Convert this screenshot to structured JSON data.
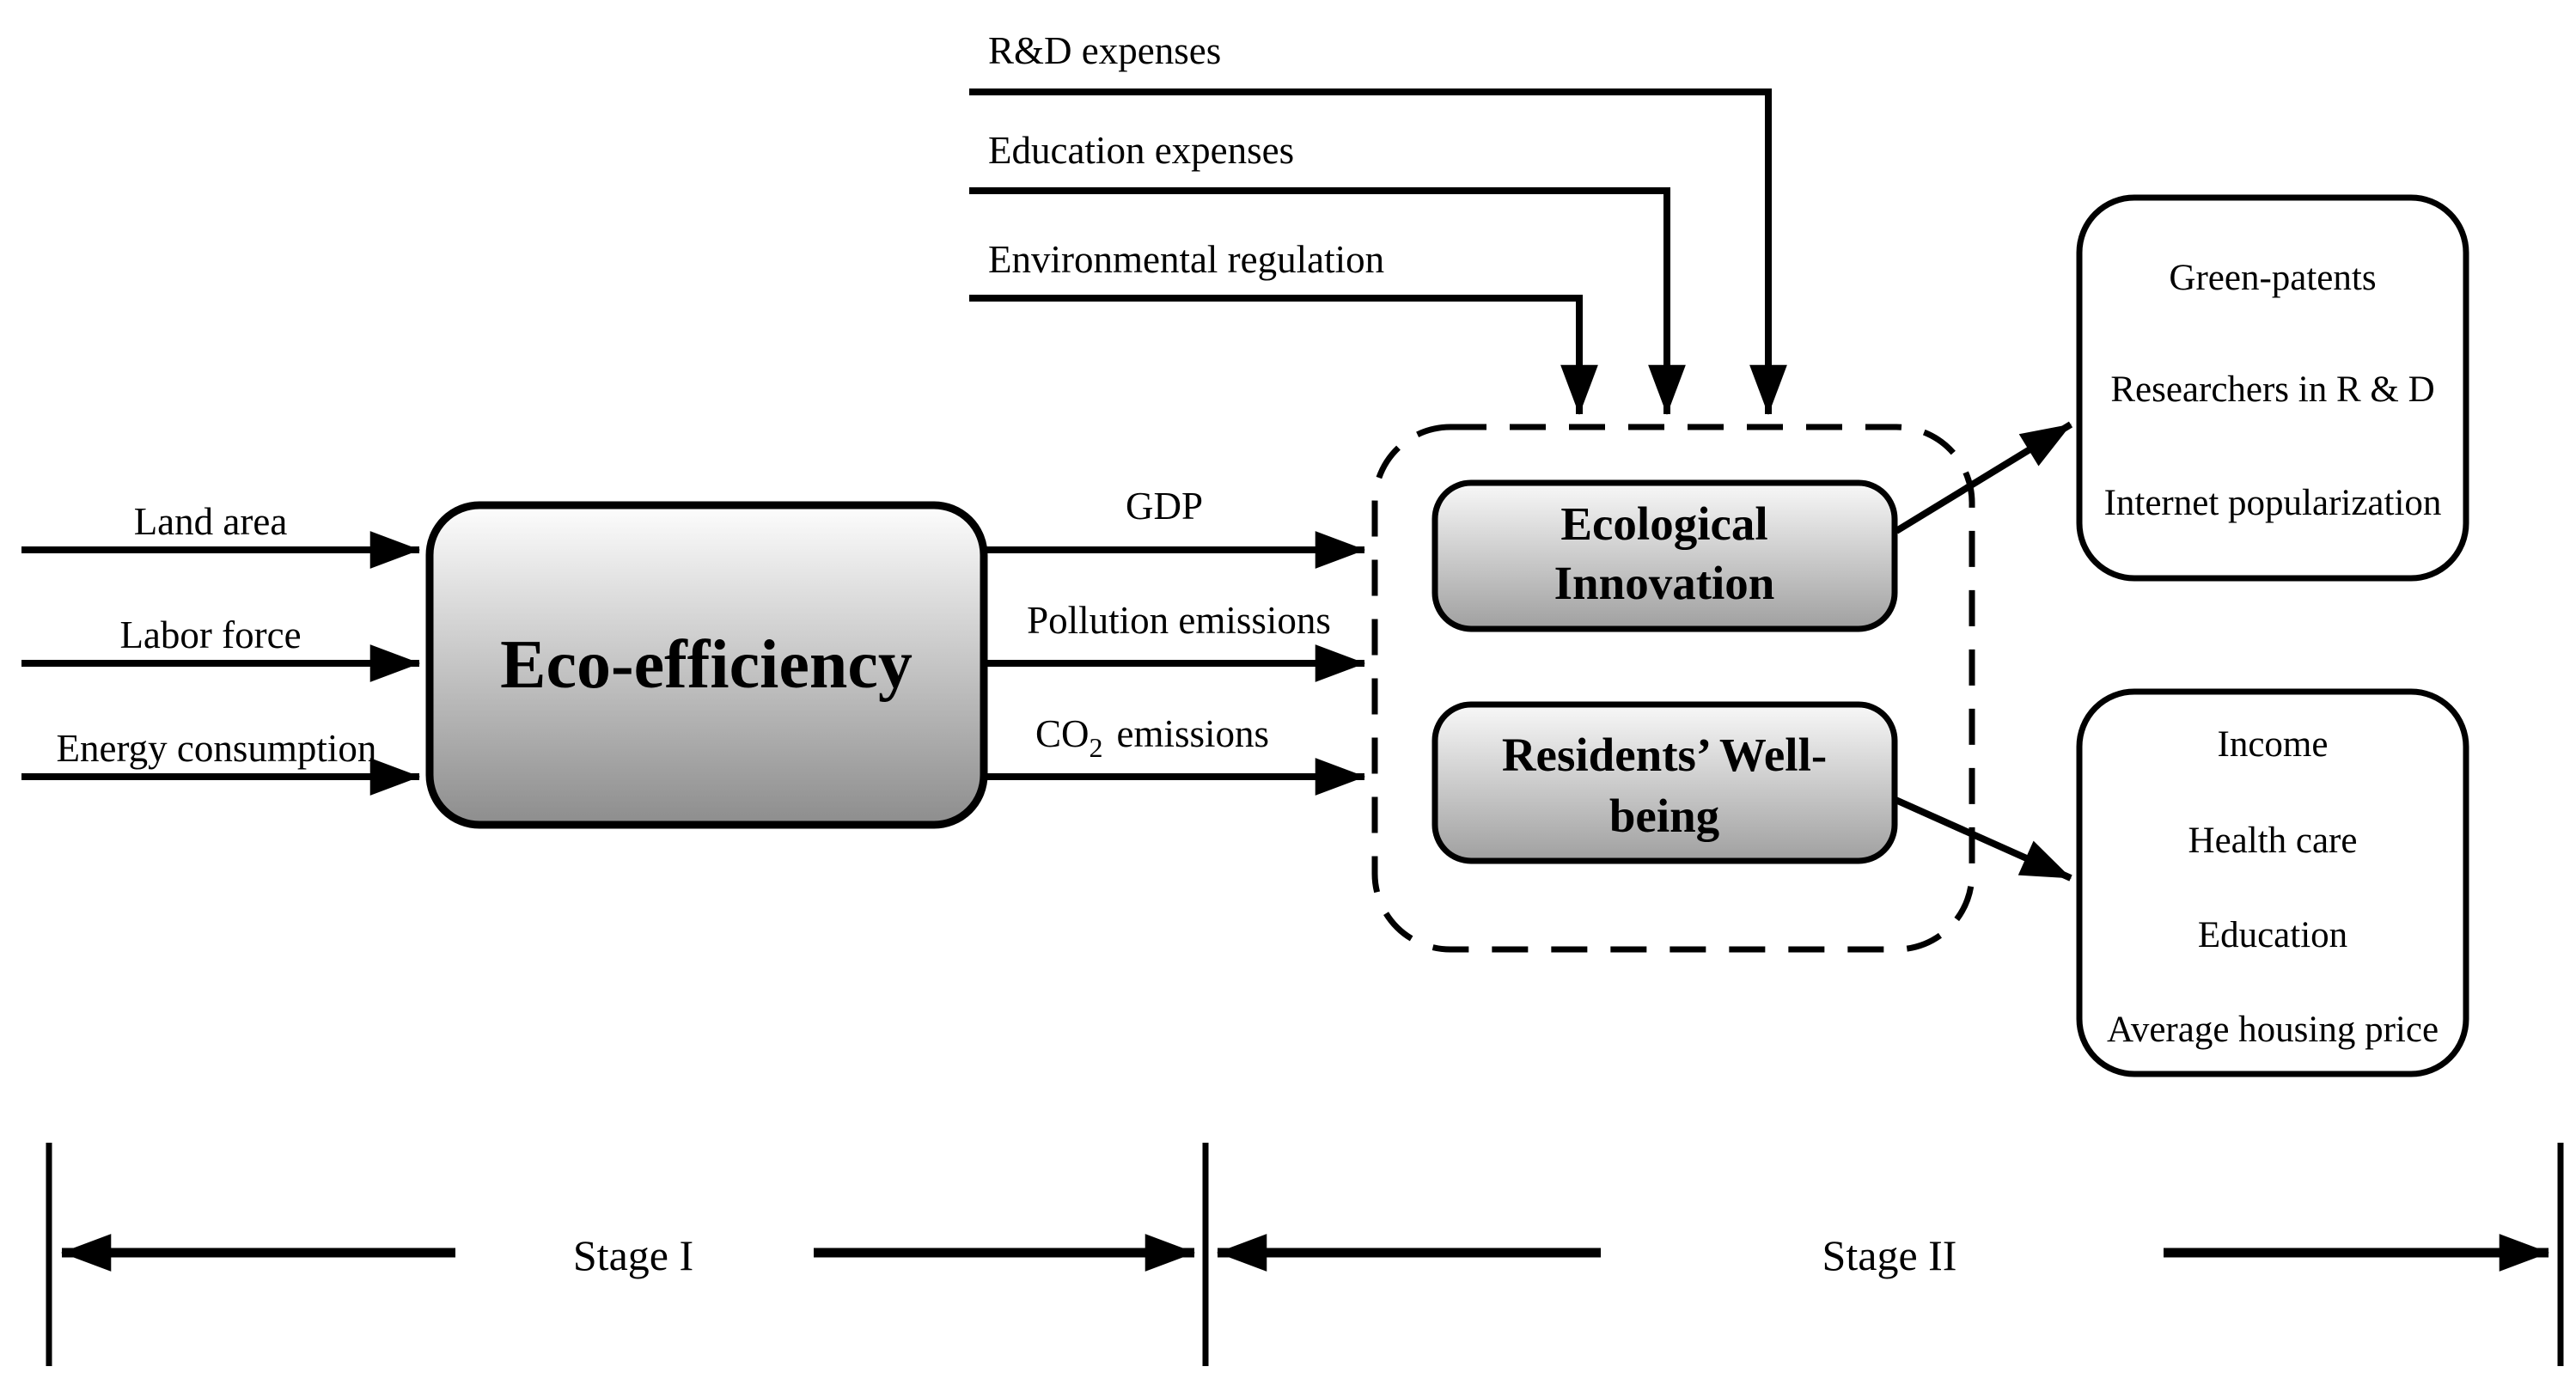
{
  "diagram": {
    "stage1": {
      "inputs": [
        {
          "label": "Land area"
        },
        {
          "label": "Labor force"
        },
        {
          "label": "Energy consumption"
        }
      ],
      "process_box": {
        "label": "Eco-efficiency"
      }
    },
    "outputs": [
      {
        "label": "GDP"
      },
      {
        "label": "Pollution emissions"
      },
      {
        "prefix": "CO",
        "subscript": "2",
        "suffix": "emissions"
      }
    ],
    "external_inputs": [
      {
        "label": "R&D expenses"
      },
      {
        "label": "Education expenses"
      },
      {
        "label": "Environmental regulation"
      }
    ],
    "stage2": {
      "boxes": [
        {
          "line1": "Ecological",
          "line2": "Innovation"
        },
        {
          "line1": "Residents’ Well-",
          "line2": "being"
        }
      ]
    },
    "outcomes": {
      "innovation_box": {
        "items": [
          "Green-patents",
          "Researchers in R & D",
          "Internet popularization"
        ]
      },
      "wellbeing_box": {
        "items": [
          "Income",
          "Health care",
          "Education",
          "Average housing price"
        ]
      }
    },
    "stage_labels": [
      {
        "label": "Stage I"
      },
      {
        "label": "Stage II"
      }
    ],
    "colors": {
      "line": "#000000",
      "text": "#000000",
      "process_gradient_top": "#fdfdfd",
      "process_gradient_bottom": "#8d8d8d",
      "inner_gradient_top": "#f8f8f8",
      "inner_gradient_bottom": "#a0a0a0",
      "outcome_fill": "#ffffff",
      "background": "#ffffff"
    }
  }
}
